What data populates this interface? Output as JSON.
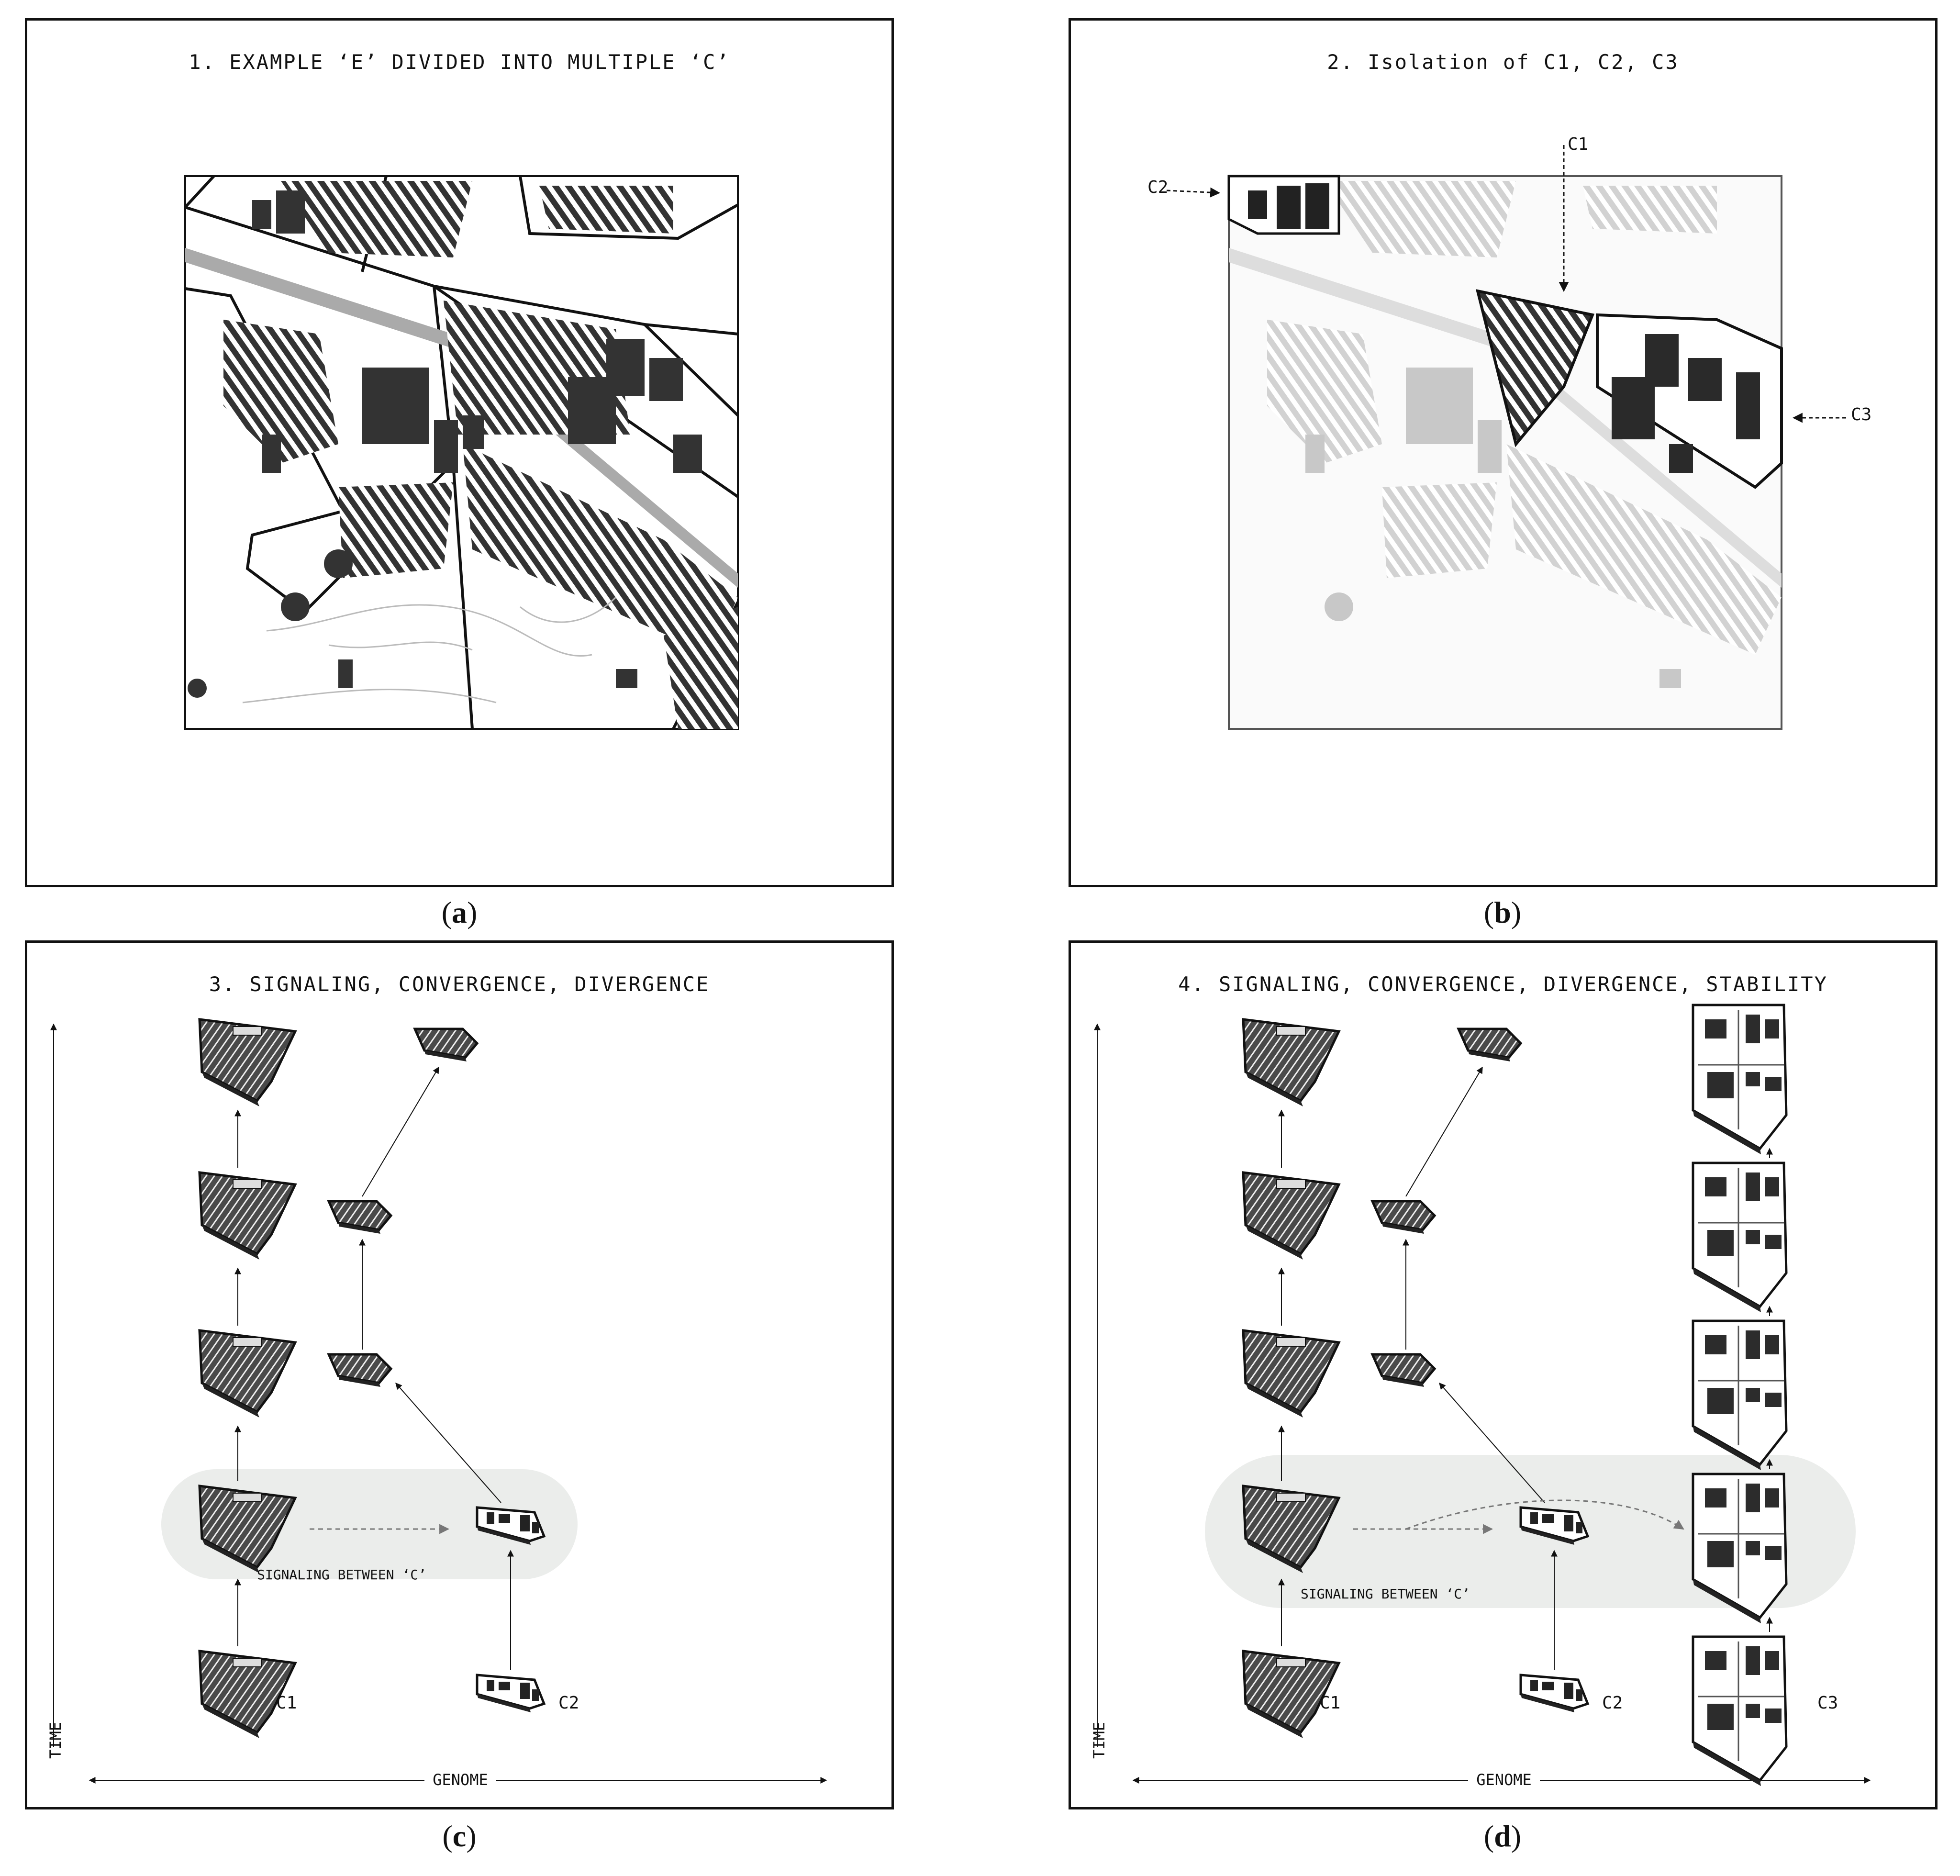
{
  "panels": {
    "a": {
      "title": "1. EXAMPLE ‘E’ DIVIDED INTO MULTIPLE ‘C’",
      "caption_open": "(",
      "caption_letter": "a",
      "caption_close": ")"
    },
    "b": {
      "title": "2. Isolation of C1, C2, C3",
      "caption_open": "(",
      "caption_letter": "b",
      "caption_close": ")",
      "labels": {
        "c1": "C1",
        "c2": "C2",
        "c3": "C3"
      }
    },
    "c": {
      "title": "3. SIGNALING, CONVERGENCE, DIVERGENCE",
      "caption_open": "(",
      "caption_letter": "c",
      "caption_close": ")",
      "signaling": "SIGNALING BETWEEN ‘C’",
      "time": "TIME",
      "genome": "GENOME",
      "labels": {
        "c1": "C1",
        "c2": "C2"
      }
    },
    "d": {
      "title": "4. SIGNALING, CONVERGENCE, DIVERGENCE, STABILITY",
      "caption_open": "(",
      "caption_letter": "d",
      "caption_close": ")",
      "signaling": "SIGNALING BETWEEN ‘C’",
      "time": "TIME",
      "genome": "GENOME",
      "labels": {
        "c1": "C1",
        "c2": "C2",
        "c3": "C3"
      }
    }
  },
  "colors": {
    "ink": "#111111",
    "dark_block": "#3a3a3a",
    "faded": "#c8c8c8",
    "signal_band": "#ebedeb"
  }
}
